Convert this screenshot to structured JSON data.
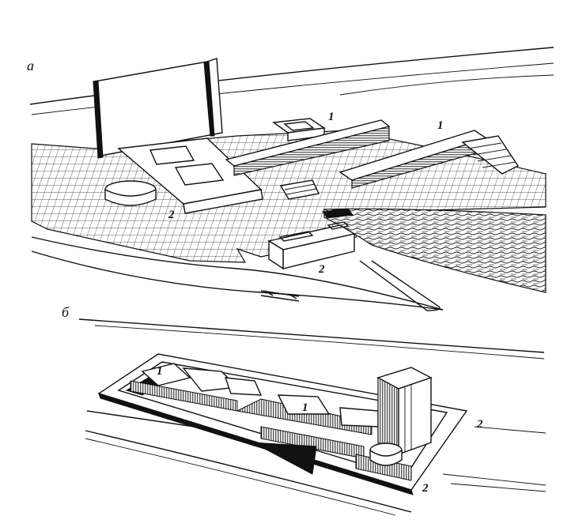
{
  "figure": {
    "panel_a_label": "а",
    "panel_b_label": "б",
    "panel_a_markers": [
      "1",
      "1",
      "2",
      "2"
    ],
    "panel_b_markers": [
      "1",
      "1",
      "2",
      "2"
    ]
  },
  "colors": {
    "ink": "#111111",
    "paper": "#ffffff"
  }
}
